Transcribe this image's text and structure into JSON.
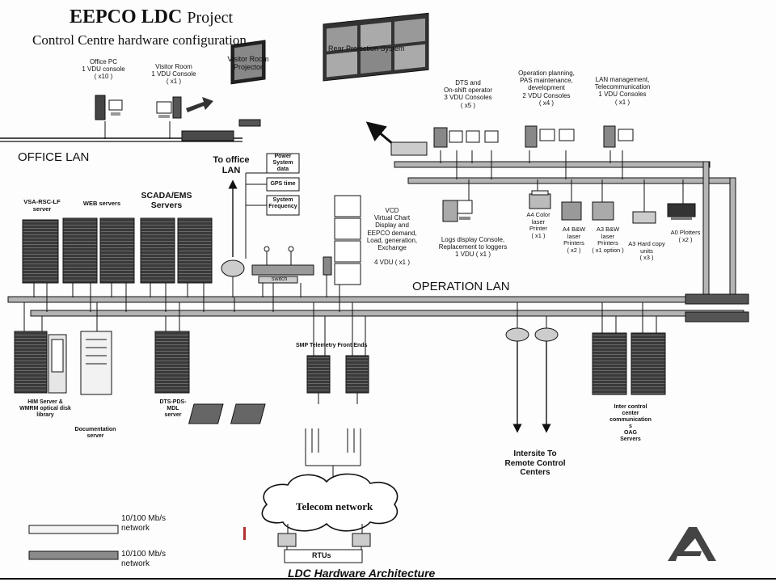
{
  "header": {
    "title_main": "EEPCO LDC",
    "title_suffix": "Project",
    "subtitle": "Control Centre hardware configuration"
  },
  "lans": {
    "office": "OFFICE LAN",
    "operation": "OPERATION LAN",
    "to_office": "To office\nLAN"
  },
  "office_devices": [
    {
      "label": "Office PC\n1 VDU console\n( x10 )"
    },
    {
      "label": "Visitor Room\n1 VDU Console\n( x1 )"
    },
    {
      "label": "Visitor Room\nProjector"
    }
  ],
  "rear_projection": "Rear Projection System",
  "consoles": [
    {
      "label": "DTS and\nOn-shift operator\n3 VDU Consoles\n( x5 )"
    },
    {
      "label": "Operation planning,\nPAS maintenance,\ndevelopment\n2 VDU Consoles\n( x4 )"
    },
    {
      "label": "LAN management,\nTelecommunication\n1 VDU Consoles\n( x1 )"
    }
  ],
  "sync_boxes": [
    "Power\nSystem\ndata",
    "GPS time",
    "System\nFrequency"
  ],
  "switch_label": "switch",
  "vcd_label": "VCD\nVirtual Chart\nDisplay and\nEEPCO demand,\nLoad, generation,\nExchange\n\n4 VDU ( x1 )",
  "logs_label": "Logs display Console,\nReplacement to loggers\n1 VDU ( x1 )",
  "printers": [
    {
      "label": "A4 Color\nlaser\nPrinter\n( x1 )"
    },
    {
      "label": "A4 B&W\nlaser\nPrinters\n( x2 )"
    },
    {
      "label": "A3 B&W\nlaser\nPrinters\n( x1 option )"
    },
    {
      "label": "A3 Hard copy\nunits\n( x3 )"
    },
    {
      "label": "A0 Plotters\n( x2 )"
    }
  ],
  "upper_servers": [
    {
      "label": "VSA-RSC-LF\nserver"
    },
    {
      "label": "WEB servers"
    },
    {
      "label": "SCADA/EMS\nServers"
    }
  ],
  "lower_servers": [
    {
      "label": "HIM Server &\nWMRM optical disk\nlibrary"
    },
    {
      "label": "Documentation\nserver"
    },
    {
      "label": "DTS-PDS-\nMDL\nserver"
    },
    {
      "label": "Inter control\ncenter\ncommunication\ns\nOAG\nServers"
    }
  ],
  "front_ends": "SMP Telemetry Front Ends",
  "telecom": "Telecom network",
  "rtus": "RTUs",
  "intersite": "Intersite To\nRemote Control\nCenters",
  "legend": [
    {
      "label": "10/100 Mb/s\nnetwork",
      "fill": "#f4f4f4"
    },
    {
      "label": "10/100 Mb/s\nnetwork",
      "fill": "#8a8a8a"
    }
  ],
  "footer": "LDC Hardware Architecture",
  "colors": {
    "lan_fill": "#b4b4b4",
    "ink": "#1a1a1a",
    "paper": "#fdfdfd",
    "accent_red": "#b03030"
  }
}
